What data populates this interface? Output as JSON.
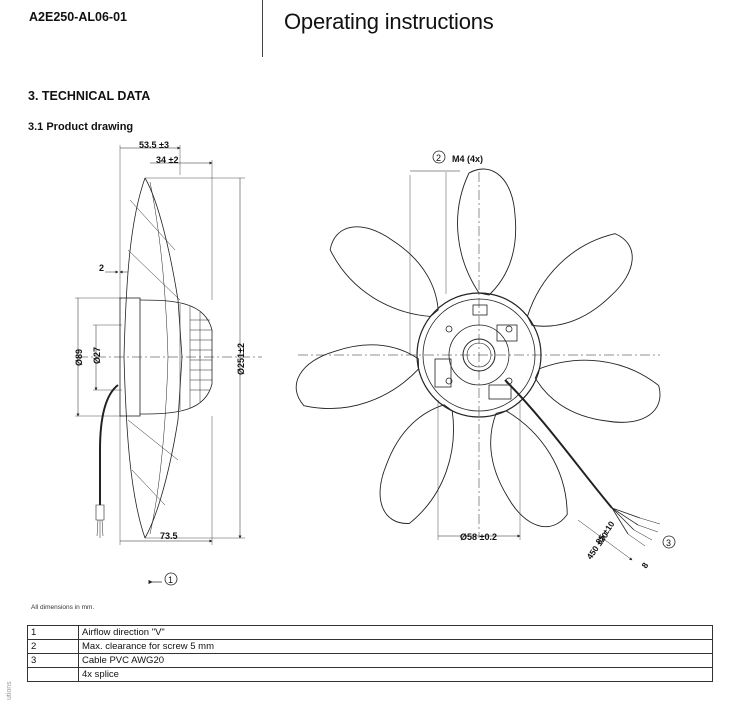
{
  "header": {
    "doc_code": "A2E250-AL06-01",
    "title": "Operating instructions"
  },
  "section": {
    "heading": "3. TECHNICAL DATA",
    "subheading": "3.1 Product drawing"
  },
  "drawing": {
    "dims": {
      "d1": "53.5 ±3",
      "d2": "34 ±2",
      "d3": "2",
      "d4": "Ø89",
      "d5": "Ø27",
      "d6": "Ø251±2",
      "d7": "73.5",
      "d8": "2",
      "d9": "M4 (4x)",
      "d10": "Ø58 ±0.2",
      "d11": "85 ±10",
      "d12": "450 ±20",
      "d13": "8"
    },
    "callouts": {
      "c1": "1",
      "c3": "3"
    }
  },
  "dim_note": "All dimensions in mm.",
  "notes": [
    {
      "num": "1",
      "text": "Airflow direction \"V\""
    },
    {
      "num": "2",
      "text": "Max. clearance for screw 5 mm"
    },
    {
      "num": "3",
      "text": "Cable PVC AWG20"
    },
    {
      "num": "",
      "text": "4x splice"
    }
  ],
  "side_mark": "utions"
}
